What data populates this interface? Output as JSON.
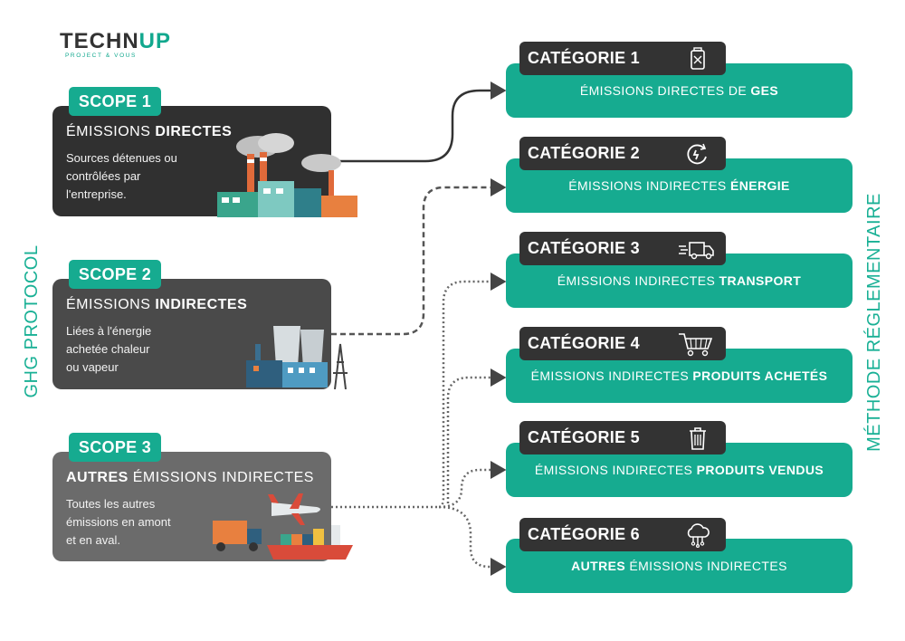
{
  "logo": {
    "main_prefix": "TECHN",
    "main_accent": "UP",
    "sub": "PROJECT & VOUS"
  },
  "side_titles": {
    "left": "GHG PROTOCOL",
    "right": "MÉTHODE RÉGLEMENTAIRE"
  },
  "scopes": [
    {
      "tag": "SCOPE 1",
      "heading_pre": "ÉMISSIONS ",
      "heading_bold": "DIRECTES",
      "heading_post": "",
      "desc": [
        "Sources détenues ou",
        "contrôlées par",
        "l'entreprise."
      ]
    },
    {
      "tag": "SCOPE 2",
      "heading_pre": "ÉMISSIONS ",
      "heading_bold": "INDIRECTES",
      "heading_post": "",
      "desc": [
        "Liées à l'énergie",
        "achetée chaleur",
        "ou vapeur"
      ]
    },
    {
      "tag": "SCOPE 3",
      "heading_pre": "",
      "heading_bold": "AUTRES",
      "heading_post": " ÉMISSIONS INDIRECTES",
      "desc": [
        "Toutes les autres",
        "émissions en amont",
        "et en aval."
      ]
    }
  ],
  "categories": [
    {
      "tag": "CATÉGORIE 1",
      "icon": "gas-canister-icon",
      "label_pre": "ÉMISSIONS DIRECTES DE ",
      "label_bold": "GES",
      "label_post": ""
    },
    {
      "tag": "CATÉGORIE 2",
      "icon": "energy-plug-icon",
      "label_pre": "ÉMISSIONS INDIRECTES ",
      "label_bold": "ÉNERGIE",
      "label_post": ""
    },
    {
      "tag": "CATÉGORIE 3",
      "icon": "delivery-truck-icon",
      "label_pre": "ÉMISSIONS INDIRECTES ",
      "label_bold": "TRANSPORT",
      "label_post": ""
    },
    {
      "tag": "CATÉGORIE 4",
      "icon": "shopping-cart-icon",
      "label_pre": "ÉMISSIONS INDIRECTES ",
      "label_bold": "PRODUITS ACHETÉS",
      "label_post": ""
    },
    {
      "tag": "CATÉGORIE 5",
      "icon": "trash-bin-icon",
      "label_pre": "ÉMISSIONS INDIRECTES ",
      "label_bold": "PRODUITS VENDUS",
      "label_post": ""
    },
    {
      "tag": "CATÉGORIE 6",
      "icon": "cloud-network-icon",
      "label_pre": "",
      "label_bold": "AUTRES",
      "label_post": " ÉMISSIONS INDIRECTES"
    }
  ],
  "colors": {
    "teal": "#16ab90",
    "dark": "#303030",
    "connector": "#555555"
  }
}
